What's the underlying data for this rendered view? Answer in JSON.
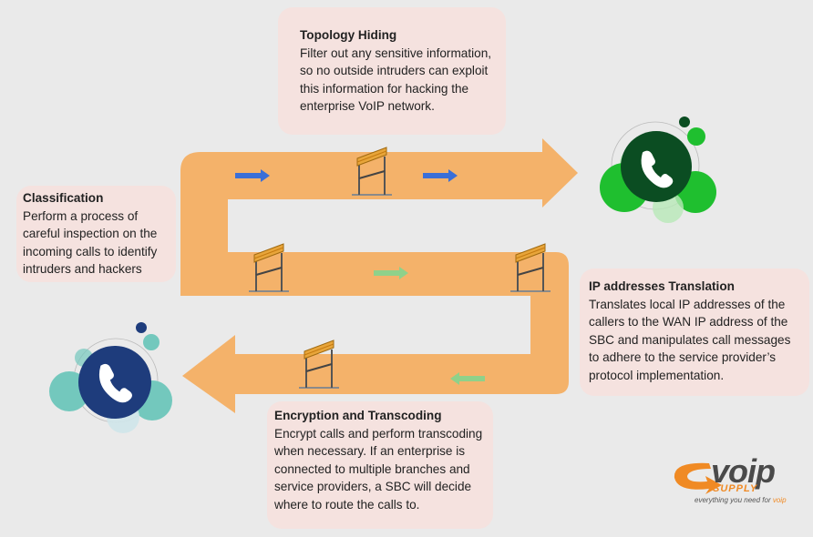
{
  "topology_hiding": {
    "title": "Topology Hiding",
    "body": "Filter out any sensitive information, so no outside intruders can exploit this information for hacking the enterprise VoIP network."
  },
  "classification": {
    "title": "Classification",
    "body": "Perform a process of careful inspection on the incoming calls to identify intruders and hackers"
  },
  "ip_translation": {
    "title": "IP addresses Translation",
    "body": "Translates local IP addresses of the callers to the WAN IP address of the SBC and manipulates call messages to adhere to the service provider’s protocol implementation."
  },
  "encryption": {
    "title": "Encryption and Transcoding",
    "body": "Encrypt calls and perform transcoding when necessary. If an enterprise is connected to multiple branches and service providers, a SBC will decide where to route the calls to."
  },
  "logo": {
    "word": "voip",
    "supply": "SUPPLY",
    "tagline_prefix": "everything you need for ",
    "tagline_brand": "voip"
  },
  "colors": {
    "path": "#f4b26a",
    "green_phone": "#0b4d22",
    "green_bubbles": "#1fbf2f",
    "blue_phone": "#1e3c7c",
    "teal_bubbles": "#73c8bd",
    "text_box": "#f5e2df",
    "blue_arrow": "#3a6fd8",
    "green_arrow": "#8fd18a"
  },
  "icons": [
    "phone-icon",
    "hurdle-icon",
    "arrow-icon"
  ]
}
